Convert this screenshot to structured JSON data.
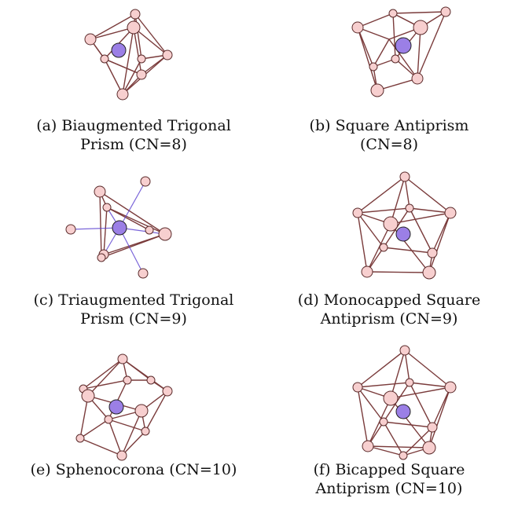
{
  "figure": {
    "panels": [
      {
        "id": "a",
        "caption_line1": "(a) Biaugmented Trigonal",
        "caption_line2": "Prism (CN=8)"
      },
      {
        "id": "b",
        "caption_line1": "(b) Square Antiprism",
        "caption_line2": "(CN=8)"
      },
      {
        "id": "c",
        "caption_line1": "(c) Triaugmented Trigonal",
        "caption_line2": "Prism (CN=9)"
      },
      {
        "id": "d",
        "caption_line1": "(d) Monocapped Square",
        "caption_line2": "Antiprism (CN=9)"
      },
      {
        "id": "e",
        "caption_line1": "(e) Sphenocorona (CN=10)",
        "caption_line2": ""
      },
      {
        "id": "f",
        "caption_line1": "(f) Bicapped Square",
        "caption_line2": "Antiprism (CN=10)"
      }
    ],
    "colors": {
      "center_atom": "#9b7fe6",
      "ligand_atom": "#f7cfcf",
      "edge": "#7a3b3b",
      "bond": "#5a3fd0"
    }
  }
}
